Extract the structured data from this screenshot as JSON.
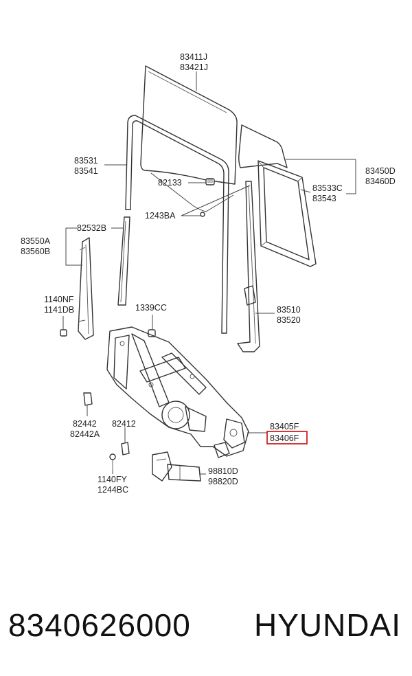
{
  "labels": {
    "l83411J": "83411J",
    "l83421J": "83421J",
    "l83531": "83531",
    "l83541": "83541",
    "l82133": "82133",
    "l1243BA": "1243BA",
    "l82532B": "82532B",
    "l83550A": "83550A",
    "l83560B": "83560B",
    "l83450D": "83450D",
    "l83460D": "83460D",
    "l83533C": "83533C",
    "l83543": "83543",
    "l1140NF": "1140NF",
    "l1141DB": "1141DB",
    "l1339CC": "1339CC",
    "l83510": "83510",
    "l83520": "83520",
    "l83405F": "83405F",
    "l83406F": "83406F",
    "l82442": "82442",
    "l82442A": "82442A",
    "l82412": "82412",
    "l1140FY": "1140FY",
    "l1244BC": "1244BC",
    "l98810D": "98810D",
    "l98820D": "98820D"
  },
  "highlight_color": "#d42020",
  "footer": {
    "part_number": "8340626000",
    "brand": "HYUNDAI"
  }
}
